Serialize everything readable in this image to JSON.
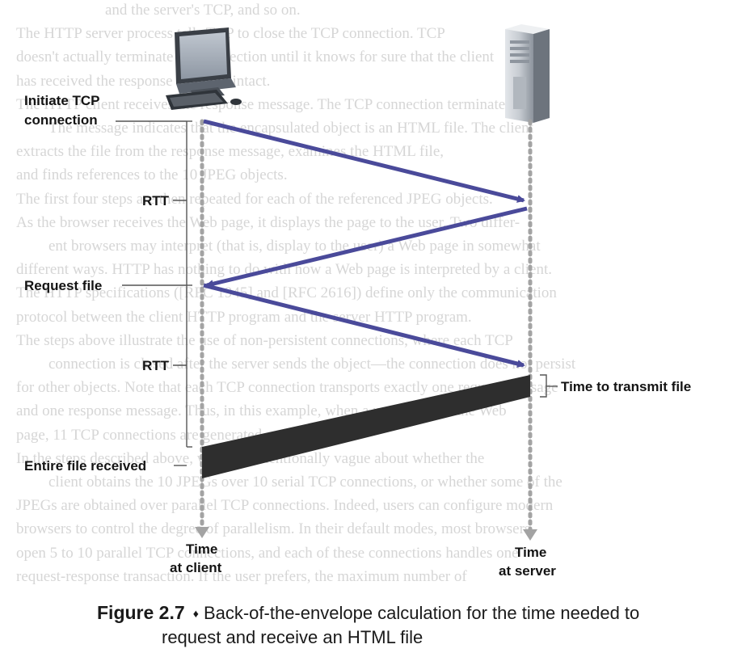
{
  "background_text": [
    "and the server's TCP, and so on.",
    "The HTTP server process tells TCP to close the TCP connection. TCP",
    "doesn't actually terminate the connection until it knows for sure that the client",
    "has received the response message intact.",
    "The HTTP client receives the response message. The TCP connection terminates.",
    "The message indicates that the encapsulated object is an HTML file. The client",
    "extracts the file from the response message, examines the HTML file,",
    "and finds references to the 10 JPEG objects.",
    "The first four steps are then repeated for each of the referenced JPEG objects.",
    "As the browser receives the Web page, it displays the page to the user. Two differ-",
    "ent browsers may interpret (that is, display to the user) a Web page in somewhat",
    "different ways. HTTP has nothing to do with how a Web page is interpreted by a client.",
    "The HTTP specifications ([RFC 1945] and [RFC 2616]) define only the communication",
    "protocol between the client HTTP program and the server HTTP program.",
    "The steps above illustrate the use of non-persistent connections, where each TCP",
    "connection is closed after the server sends the object—the connection does not persist",
    "for other objects. Note that each TCP connection transports exactly one request message",
    "and one response message. Thus, in this example, when a user requests the Web",
    "page, 11 TCP connections are generated.",
    "In the steps described above, we were intentionally vague about whether the",
    "client obtains the 10 JPEGs over 10 serial TCP connections, or whether some of the",
    "JPEGs are obtained over parallel TCP connections. Indeed, users can configure modern",
    "browsers to control the degree of parallelism. In their default modes, most browsers",
    "open 5 to 10 parallel TCP connections, and each of these connections handles one",
    "request-response transaction. If the user prefers, the maximum number of"
  ],
  "diagram": {
    "labels": {
      "initiate_tcp_line1": "Initiate TCP",
      "initiate_tcp_line2": "connection",
      "rtt_1": "RTT",
      "request_file": "Request file",
      "rtt_2": "RTT",
      "time_to_transmit": "Time to transmit file",
      "entire_file_received": "Entire file received",
      "time_client_line1": "Time",
      "time_client_line2": "at client",
      "time_server_line1": "Time",
      "time_server_line2": "at server"
    },
    "icons": {
      "client": "desktop-computer-icon",
      "server": "server-tower-icon"
    },
    "colors": {
      "arrow": "#4a4a9a",
      "file_band": "#2e2e2e",
      "timeline": "#9a9a9a",
      "bracket": "#555555"
    }
  },
  "caption": {
    "figure_label": "Figure 2.7",
    "symbol": "♦",
    "text_line1": "Back-of-the-envelope calculation for the time needed to",
    "text_line2": "request and receive an HTML file"
  }
}
